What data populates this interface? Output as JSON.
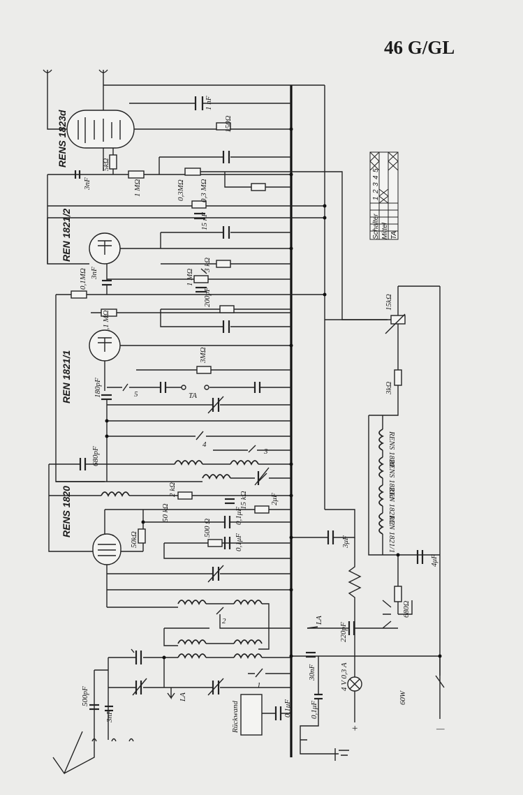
{
  "title": "46 G/GL",
  "tubes": {
    "t1": "RENS 1823d",
    "t2": "REN 1821/2",
    "t3": "REN 1821/1",
    "t4": "RENS 1820"
  },
  "labels": {
    "c_1nF": "1 nF",
    "r_150": "150Ω",
    "r_5k": "5kΩ",
    "c_3nF_a": "3nF",
    "r_1M_a": "1 MΩ",
    "r_03M_a": "0,3MΩ",
    "r_03M_b": "0,3 MΩ",
    "c_15nF": "15 nF",
    "r_3k_a": "3 kΩ",
    "r_01M_a": "0,1MΩ",
    "c_3nF_b": "3nF",
    "r_1M_b": "1 MΩ",
    "c_200pF": "200pF",
    "r_01M_b": "0,1 MΩ",
    "r_3M": "3MΩ",
    "c_180pF": "180pF",
    "sw5": "5",
    "ta": "TA",
    "sw4": "4",
    "c_680pF": "680pF",
    "sw3": "3",
    "r_2k": "2 kΩ",
    "r_15k": "15 kΩ",
    "c_2uF": "2μF",
    "r_50k_a": "50 kΩ",
    "c_01uF_a": "0,1μF",
    "r_50k_b": "50kΩ",
    "r_500": "500 Ω",
    "c_01uF_b": "0,1μF",
    "c_3uF": "3μF",
    "sw2": "2",
    "la_a": "LA",
    "c_220pF": "220pF",
    "sw1": "1",
    "c_500pF": "500pF",
    "c_3nF_c": "3nF",
    "la_b": "LA",
    "ruckwand": "Rückwand",
    "c_01uF_c": "0,1μF",
    "c_30nF": "30nF",
    "c_01uF_d": "0,1μF",
    "lamp": "4 V 0,3 A",
    "plus": "+",
    "minus": "—",
    "w60": "60W",
    "r_15k_pot": "15kΩ",
    "r_3k_b": "3kΩ",
    "f1": "RENS 1820",
    "f2": "RENS 1823d",
    "f3": "REN 1821/2",
    "f4": "REN 1821/1",
    "c_4uF": "4μF",
    "r_680": "680Ω"
  },
  "switch_table": {
    "rows": [
      "Schalter",
      "Mittel",
      "TA"
    ],
    "cols": [
      "1",
      "2",
      "3",
      "4",
      "5"
    ]
  }
}
